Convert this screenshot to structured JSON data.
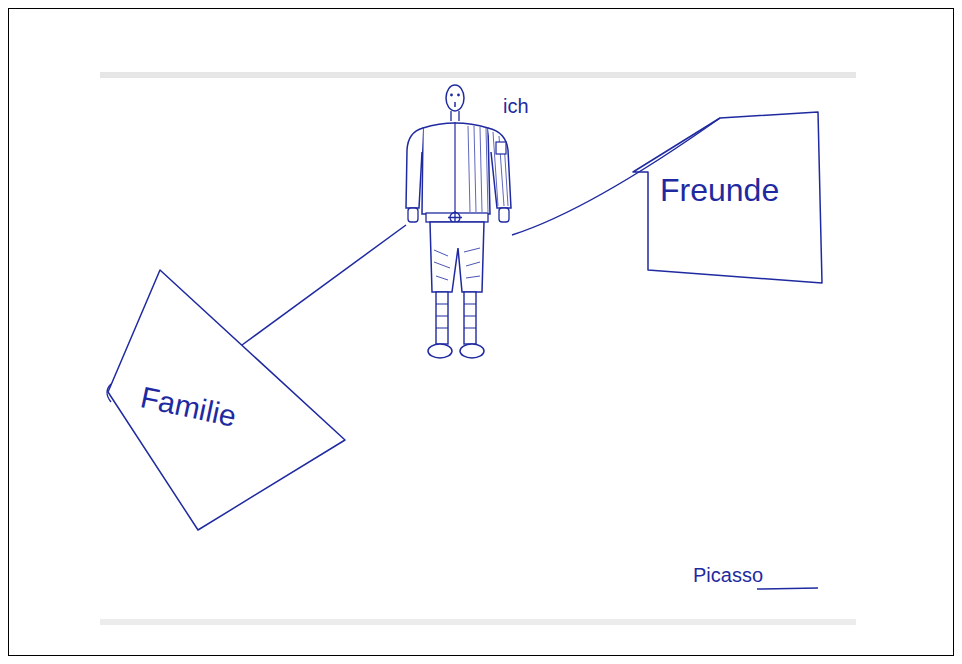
{
  "diagram": {
    "nodes": [
      {
        "text": [
          "ich"
        ]
      },
      {
        "text": [
          "Freunde"
        ]
      },
      {
        "text": [
          "Familie"
        ]
      }
    ],
    "edges": [
      {
        "from": 0,
        "to": 1,
        "arrow": "none"
      },
      {
        "from": 0,
        "to": 2,
        "arrow": "none"
      }
    ],
    "labels": [
      "Picasso"
    ]
  }
}
